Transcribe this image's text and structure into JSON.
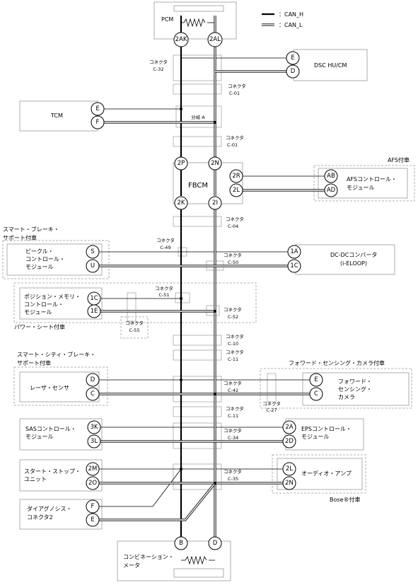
{
  "legend": {
    "can_h": "：CAN_H",
    "can_l": "：CAN_L"
  },
  "modules": {
    "pcm": {
      "name": "PCM",
      "pin_h": "2AK",
      "pin_l": "2AL"
    },
    "dsc": {
      "name": "DSC HU/CM",
      "pin_h": "E",
      "pin_l": "D"
    },
    "tcm": {
      "name": "TCM",
      "pin_h": "E",
      "pin_l": "F"
    },
    "fbcm": {
      "name": "FBCM",
      "pin_top_h": "2P",
      "pin_top_l": "2N",
      "pin_bot_h": "2K",
      "pin_bot_l": "2I",
      "pin_afs_h": "2R",
      "pin_afs_l": "2L"
    },
    "afs": {
      "tag": "AFS付車",
      "line1": "AFSコントロール・",
      "line2": "モジュール",
      "pin_h": "AB",
      "pin_l": "AD"
    },
    "vehicle": {
      "tag_line1": "スマート・ブレーキ・",
      "tag_line2": "サポート付車",
      "line1": "ビークル・",
      "line2": "コントロール・",
      "line3": "モジュール",
      "pin_h": "S",
      "pin_l": "U"
    },
    "dcdc": {
      "line1": "DC-DCコンバータ",
      "line2": "(i-ELOOP)",
      "pin_h": "1A",
      "pin_l": "1C"
    },
    "position": {
      "line1": "ポジション・メモリ・",
      "line2": "コントロール・",
      "line3": "モジュール",
      "tag": "パワー・シート付車",
      "pin_h": "1C",
      "pin_l": "1E"
    },
    "laser": {
      "tag_line1": "スマート・シティ・ブレーキ・",
      "tag_line2": "サポート付車",
      "name": "レーザ・センサ",
      "pin_h": "D",
      "pin_l": "C"
    },
    "camera": {
      "tag": "フォワード・センシング・カメラ付車",
      "line1": "フォワード・",
      "line2": "センシング・",
      "line3": "カメラ",
      "pin_h": "E",
      "pin_l": "C"
    },
    "sas": {
      "line1": "SASコントロール・",
      "line2": "モジュール",
      "pin_h": "3K",
      "pin_l": "3L"
    },
    "eps": {
      "line1": "EPSコントロール・",
      "line2": "モジュール",
      "pin_h": "2A",
      "pin_l": "2D"
    },
    "startstop": {
      "line1": "スタート・ストップ・",
      "line2": "ユニット",
      "pin_h": "2M",
      "pin_l": "2O"
    },
    "audio": {
      "name": "オーディオ・アンプ",
      "tag": "Bose®付車",
      "pin_h": "2L",
      "pin_l": "2N"
    },
    "dlc": {
      "line1": "ダイアグノシス・",
      "line2": "コネクタ2",
      "pin_h": "F",
      "pin_l": "E"
    },
    "meter": {
      "line1": "コンビネーション・",
      "line2": "メータ",
      "pin_h": "B",
      "pin_l": "D"
    }
  },
  "connectors": {
    "word": "コネクタ",
    "branch": "分岐 A",
    "c32": "C-32",
    "c01a": "C-01",
    "c01b": "C-01",
    "c04": "C-04",
    "c49": "C-49",
    "c50": "C-50",
    "c51": "C-51",
    "c52": "C-52",
    "c55": "C-55",
    "c10": "C-10",
    "c11a": "C-11",
    "c42": "C-42",
    "c27": "C-27",
    "c11b": "C-11",
    "c34": "C-34",
    "c35": "C-35"
  }
}
